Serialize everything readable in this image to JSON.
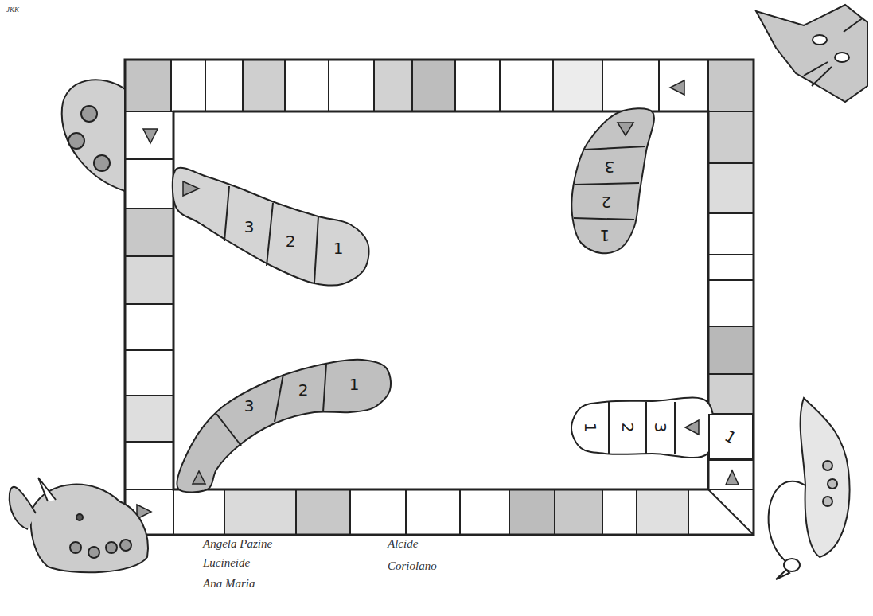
{
  "diagram": {
    "nodes": [
      {
        "text": [
          "1",
          "2",
          "3"
        ]
      },
      {
        "text": [
          "1",
          "2",
          "3"
        ]
      },
      {
        "text": [
          "1",
          "2",
          "3"
        ]
      },
      {
        "text": [
          "1",
          "2",
          "3"
        ]
      },
      {
        "text": [
          "1"
        ]
      }
    ],
    "labels": [
      "JKK",
      "Angela Pazine",
      "Lucineide",
      "Ana Maria",
      "Alcide",
      "Coriolano"
    ]
  }
}
